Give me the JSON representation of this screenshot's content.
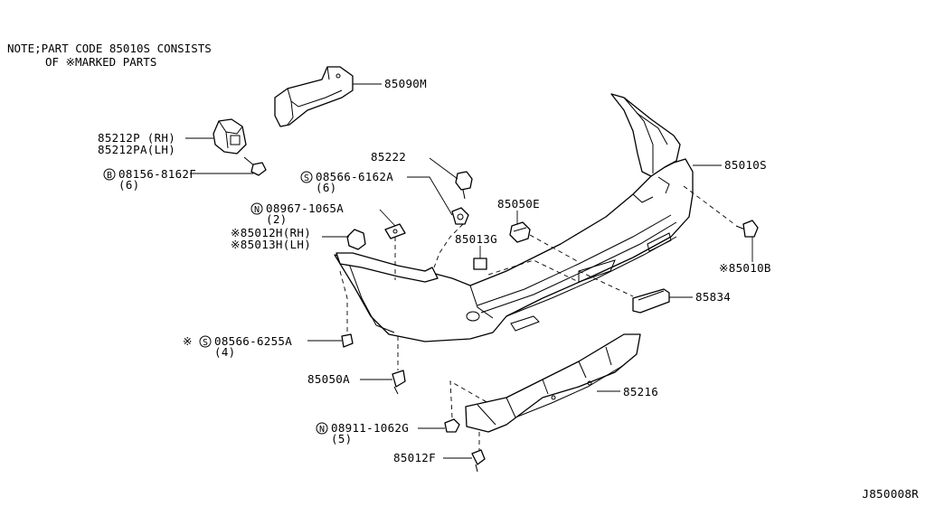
{
  "note": {
    "line1": "NOTE;PART CODE 85010S CONSISTS",
    "line2": "OF ※MARKED PARTS"
  },
  "diagram_id": "J850008R",
  "labels": {
    "p85090M": "85090M",
    "p85212P": "85212P (RH)",
    "p85212PA": "85212PA(LH)",
    "p08156_letter": "B",
    "p08156": "08156-8162F",
    "p08156_qty": "(6)",
    "p85222": "85222",
    "p08566_6162_letter": "S",
    "p08566_6162": "08566-6162A",
    "p08566_6162_qty": "(6)",
    "p85010S": "85010S",
    "p08967_letter": "N",
    "p08967": "08967-1065A",
    "p08967_qty": "(2)",
    "p85050E": "85050E",
    "p85012H": "※85012H(RH)",
    "p85013H": "※85013H(LH)",
    "p85013G": "85013G",
    "p85010B": "※85010B",
    "p85834": "85834",
    "p08566_6255_mark": "※",
    "p08566_6255_letter": "S",
    "p08566_6255": "08566-6255A",
    "p08566_6255_qty": "(4)",
    "p85050A": "85050A",
    "p85216": "85216",
    "p08911_letter": "N",
    "p08911": "08911-1062G",
    "p08911_qty": "(5)",
    "p85012F": "85012F"
  }
}
